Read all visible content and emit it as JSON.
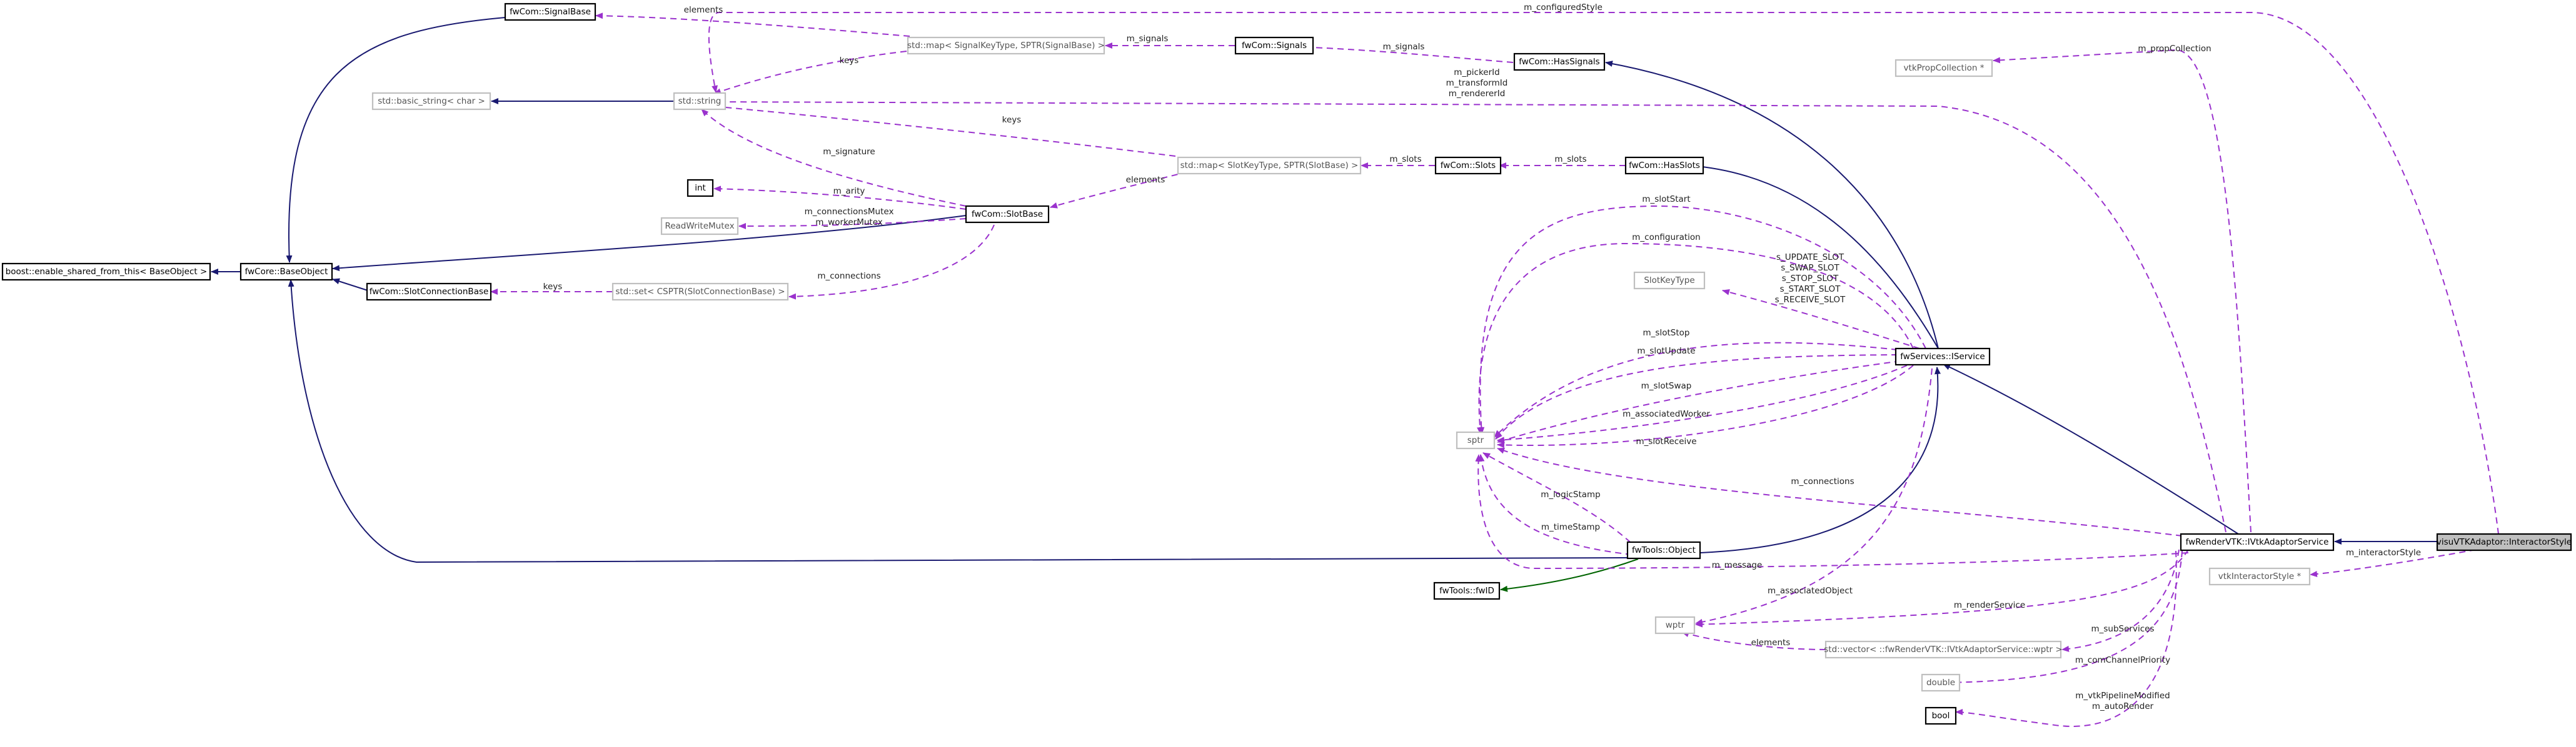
{
  "nodes": {
    "interactor_style": "visuVTKAdaptor::InteractorStyle",
    "ivtk_adaptor_service": "fwRenderVTK::IVtkAdaptorService",
    "iservice": "fwServices::IService",
    "fwtools_object": "fwTools::Object",
    "fwtools_fwid": "fwTools::fwID",
    "base_object": "fwCore::BaseObject",
    "enable_shared": "boost::enable_shared_from_this< BaseObject >",
    "signal_base": "fwCom::SignalBase",
    "slot_base": "fwCom::SlotBase",
    "slot_connection_base": "fwCom::SlotConnectionBase",
    "has_signals": "fwCom::HasSignals",
    "has_slots": "fwCom::HasSlots",
    "signals": "fwCom::Signals",
    "slots": "fwCom::Slots",
    "std_string": "std::string",
    "basic_string": "std::basic_string< char >",
    "map_signals": "std::map< SignalKeyType, SPTR(SignalBase) >",
    "map_slots": "std::map< SlotKeyType, SPTR(SlotBase) >",
    "set_connections": "std::set< CSPTR(SlotConnectionBase) >",
    "int": "int",
    "rw_mutex": "ReadWriteMutex",
    "slot_key_type": "SlotKeyType",
    "sptr": "sptr",
    "wptr": "wptr",
    "vector_adaptors": "std::vector< ::fwRenderVTK::IVtkAdaptorService::wptr >",
    "double": "double",
    "bool": "bool",
    "vtk_prop_collection": "vtkPropCollection *",
    "vtk_interactor_style": "vtkInteractorStyle *"
  },
  "labels": {
    "m_configuredStyle": "m_configuredStyle",
    "elements_signal": "elements",
    "m_signals": "m_signals",
    "keys_signals": "keys",
    "m_signals2": "m_signals",
    "ids1": "m_pickerId",
    "ids2": "m_transformId",
    "ids3": "m_rendererId",
    "m_propCollection": "m_propCollection",
    "keys_slots": "keys",
    "m_slots": "m_slots",
    "m_slots2": "m_slots",
    "m_signature": "m_signature",
    "elements_slot": "elements",
    "m_arity": "m_arity",
    "mutex1": "m_connectionsMutex",
    "mutex2": "m_workerMutex",
    "m_slotStart": "m_slotStart",
    "m_configuration": "m_configuration",
    "s1": "s_UPDATE_SLOT",
    "s2": "s_SWAP_SLOT",
    "s3": "s_STOP_SLOT",
    "s4": "s_START_SLOT",
    "s5": "s_RECEIVE_SLOT",
    "m_connections_set": "m_connections",
    "keys_conn": "keys",
    "m_slotStop": "m_slotStop",
    "m_slotUpdate": "m_slotUpdate",
    "m_slotSwap": "m_slotSwap",
    "m_associatedWorker": "m_associatedWorker",
    "m_slotReceive": "m_slotReceive",
    "m_connections": "m_connections",
    "m_logicStamp": "m_logicStamp",
    "m_timeStamp": "m_timeStamp",
    "m_message": "m_message",
    "m_associatedObject": "m_associatedObject",
    "m_renderService": "m_renderService",
    "elements_vector": "elements",
    "m_subServices": "m_subServices",
    "m_comChannelPriority": "m_comChannelPriority",
    "b1": "m_vtkPipelineModified",
    "b2": "m_autoRender",
    "m_interactorStyle": "m_interactorStyle"
  },
  "colors": {
    "inheritance": "#191970",
    "usage": "#9a32cd",
    "template_instance": "#006400",
    "highlight_fill": "#bfbfbf"
  }
}
